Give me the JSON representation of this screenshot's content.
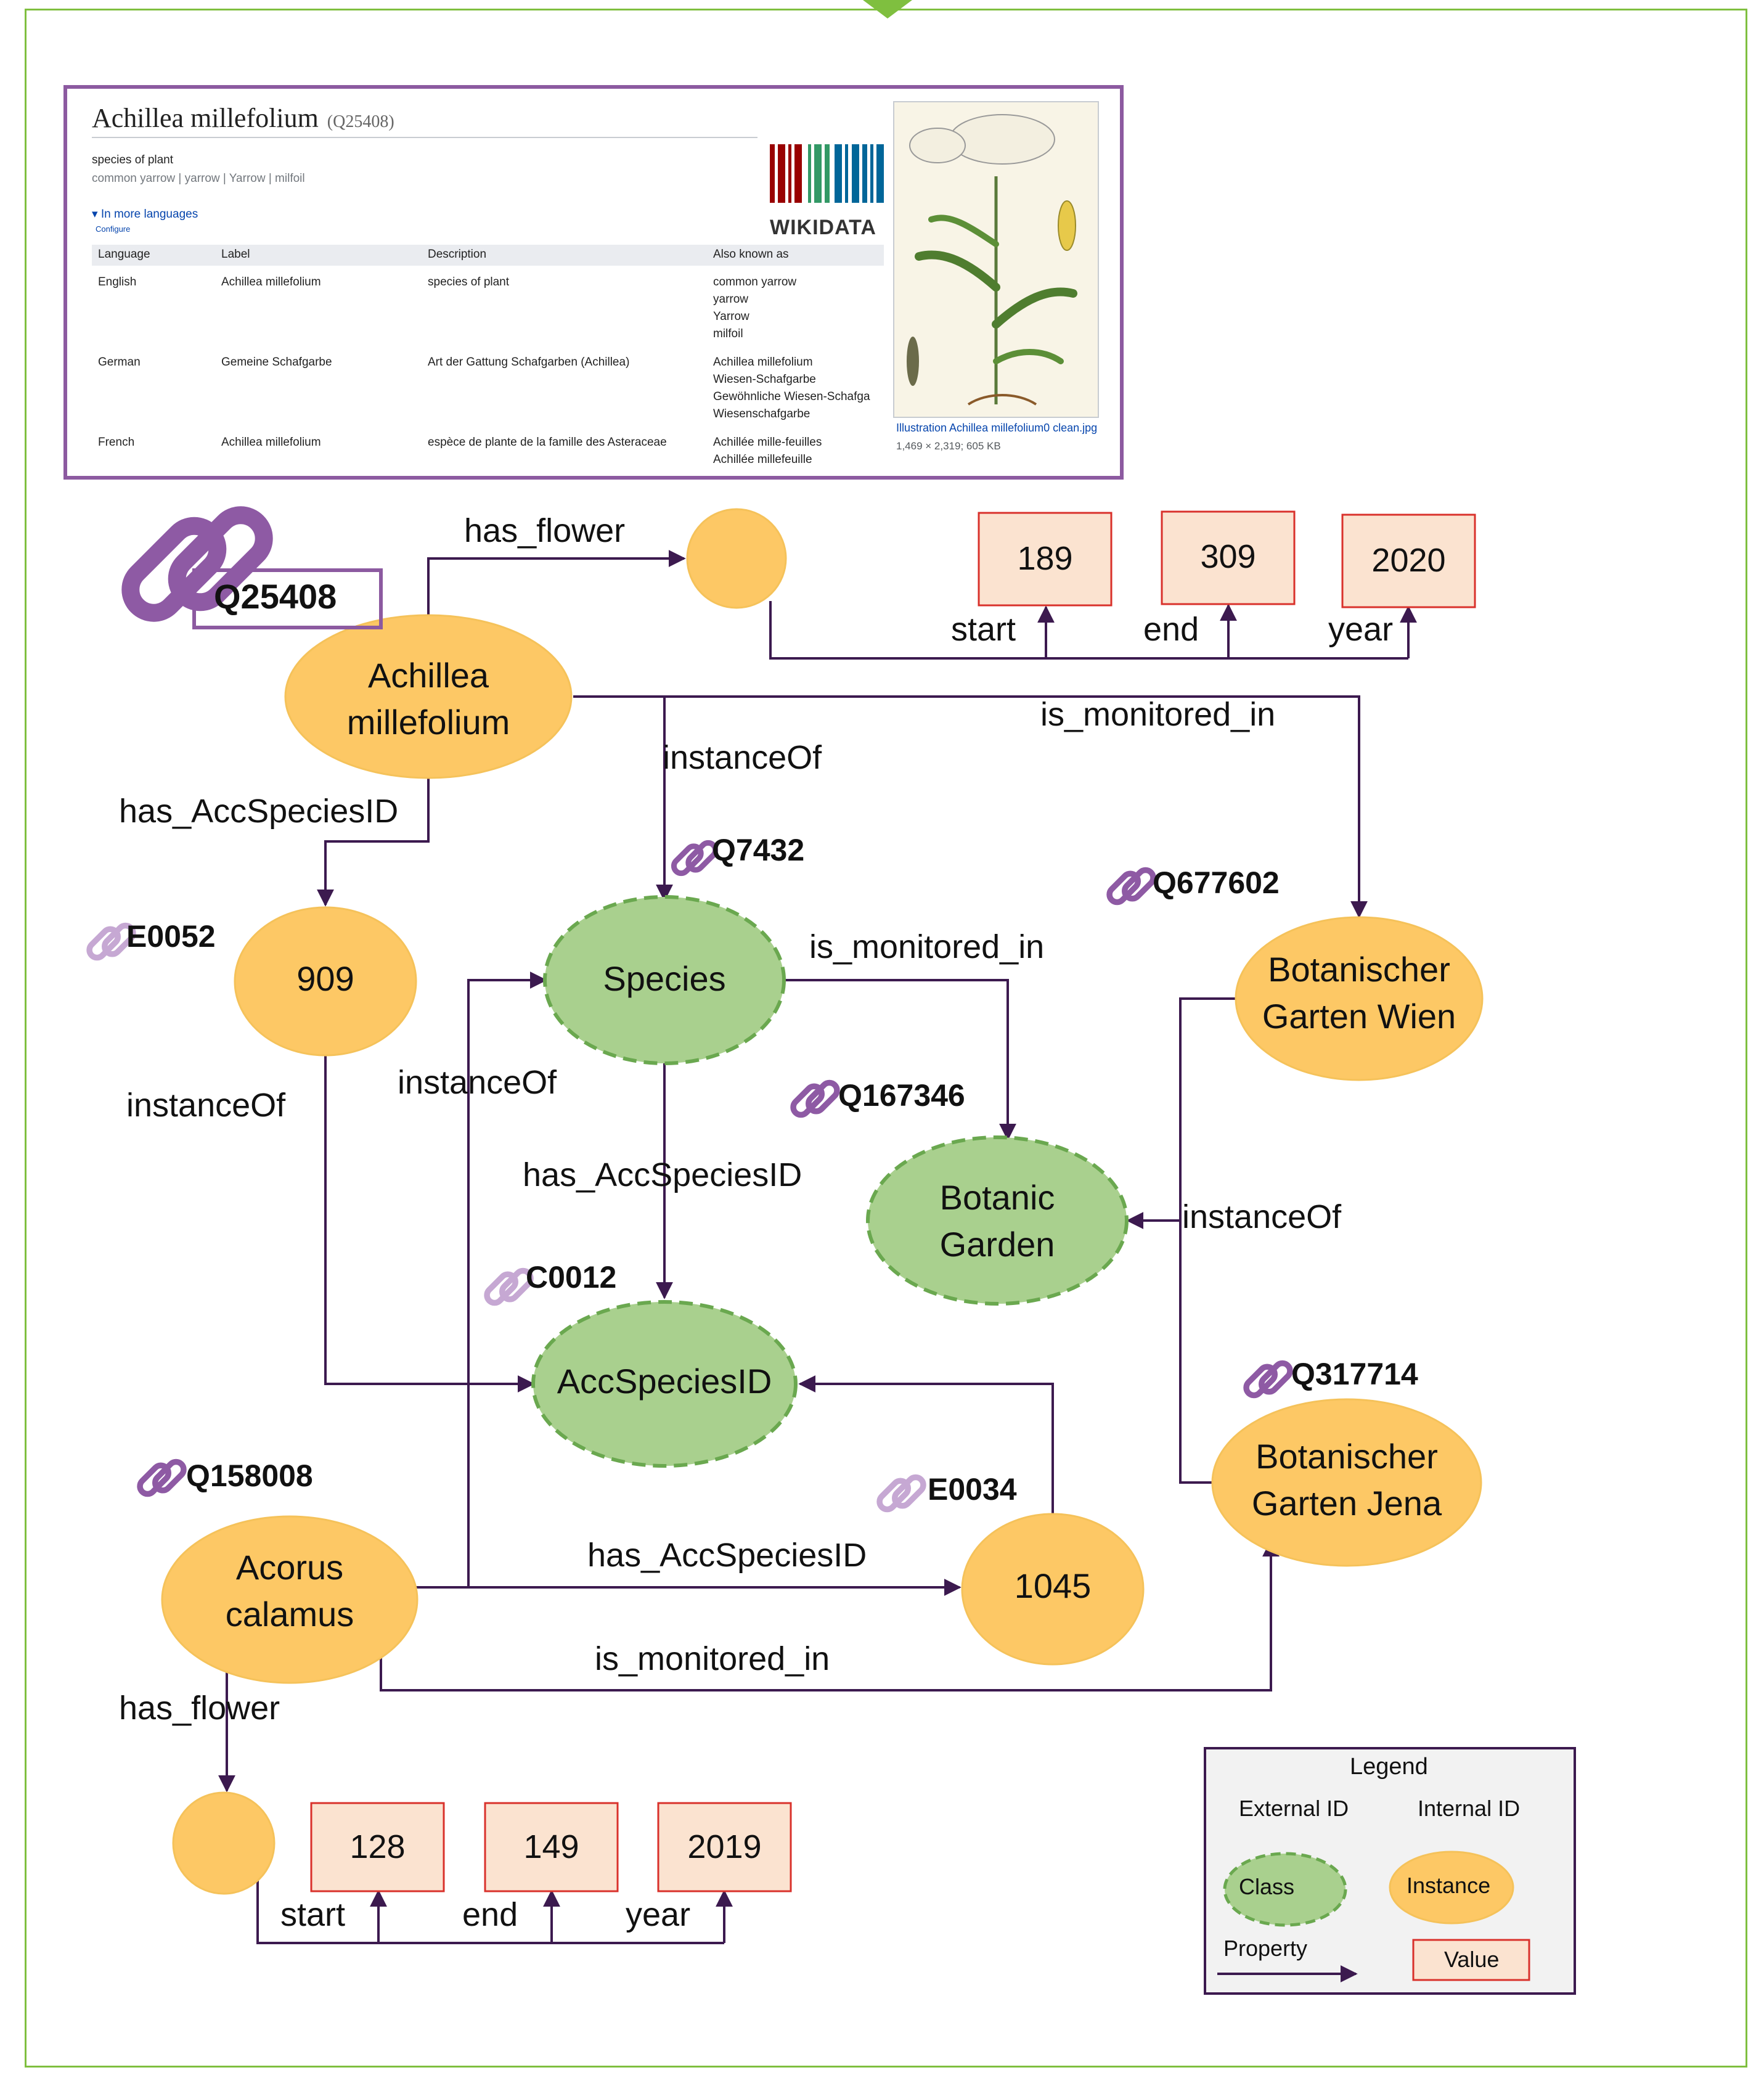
{
  "wikidata": {
    "title": "Achillea millefolium",
    "qid": "(Q25408)",
    "description": "species of plant",
    "aliases": "common yarrow | yarrow | Yarrow | milfoil",
    "more_languages": "▾ In more languages",
    "configure": "Configure",
    "logo_text": "WIKIDATA",
    "table_headers": [
      "Language",
      "Label",
      "Description",
      "Also known as"
    ],
    "rows": [
      {
        "language": "English",
        "label": "Achillea millefolium",
        "description": "species of plant",
        "aka": [
          "common yarrow",
          "yarrow",
          "Yarrow",
          "milfoil"
        ]
      },
      {
        "language": "German",
        "label": "Gemeine Schafgarbe",
        "description": "Art der Gattung Schafgarben (Achillea)",
        "aka": [
          "Achillea millefolium",
          "Wiesen-Schafgarbe",
          "Gewöhnliche Wiesen-Schafga",
          "Wiesenschafgarbe"
        ]
      },
      {
        "language": "French",
        "label": "Achillea millefolium",
        "description": "espèce de plante de la famille des Asteraceae",
        "aka": [
          "Achillée mille-feuilles",
          "Achillée millefeuille"
        ]
      }
    ],
    "image_caption": "Illustration Achillea millefolium0 clean.jpg",
    "image_meta": "1,469 × 2,319; 605 KB"
  },
  "nodes": {
    "achillea": [
      "Achillea",
      "millefolium"
    ],
    "n909": "909",
    "species": "Species",
    "botanic_garden": [
      "Botanic",
      "Garden"
    ],
    "acc_species_id": "AccSpeciesID",
    "bg_wien": [
      "Botanischer",
      "Garten Wien"
    ],
    "bg_jena": [
      "Botanischer",
      "Garten Jena"
    ],
    "acorus": [
      "Acorus",
      "calamus"
    ],
    "n1045": "1045"
  },
  "ids": {
    "q25408": "Q25408",
    "q7432": "Q7432",
    "q677602": "Q677602",
    "e0052": "E0052",
    "q167346": "Q167346",
    "c0012": "C0012",
    "q317714": "Q317714",
    "q158008": "Q158008",
    "e0034": "E0034"
  },
  "edges": {
    "has_flower_top": "has_flower",
    "instanceOf_species": "instanceOf",
    "is_monitored_in_top": "is_monitored_in",
    "has_accspeciesid_left": "has_AccSpeciesID",
    "is_monitored_in_species": "is_monitored_in",
    "instanceOf_909": "instanceOf",
    "instanceOf_acorus": "instanceOf",
    "has_accspeciesid_species": "has_AccSpeciesID",
    "instanceOf_gardens": "instanceOf",
    "has_accspeciesid_acorus": "has_AccSpeciesID",
    "is_monitored_in_acorus": "is_monitored_in",
    "has_flower_bottom": "has_flower"
  },
  "flower_top": {
    "start": "189",
    "end": "309",
    "year": "2020",
    "start_label": "start",
    "end_label": "end",
    "year_label": "year"
  },
  "flower_bottom": {
    "start": "128",
    "end": "149",
    "year": "2019",
    "start_label": "start",
    "end_label": "end",
    "year_label": "year"
  },
  "legend": {
    "title": "Legend",
    "external_id": "External ID",
    "internal_id": "Internal ID",
    "class": "Class",
    "instance": "Instance",
    "property": "Property",
    "value": "Value"
  },
  "colors": {
    "instance_fill": "#fdc865",
    "class_fill": "#a9d08e",
    "class_border": "#6aa84f",
    "value_fill": "#fbe3d0",
    "value_border": "#d9312b",
    "arrow": "#3c1a4f",
    "external_link": "#8e5aa4",
    "internal_link": "#c6a8d3"
  }
}
